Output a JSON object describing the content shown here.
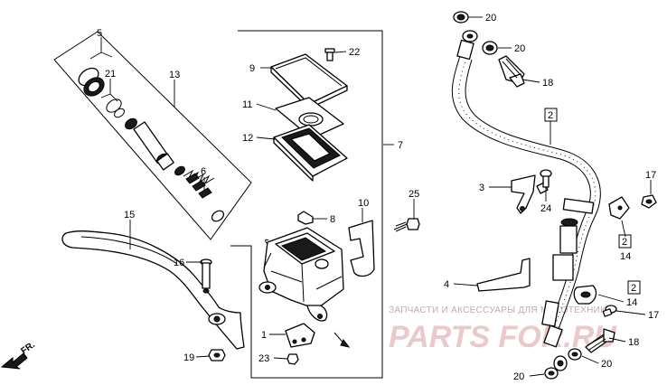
{
  "diagram": {
    "callouts": [
      {
        "id": "c5",
        "label": "5"
      },
      {
        "id": "c21",
        "label": "21"
      },
      {
        "id": "c13",
        "label": "13"
      },
      {
        "id": "c6",
        "label": "6"
      },
      {
        "id": "c15",
        "label": "15"
      },
      {
        "id": "c16",
        "label": "16"
      },
      {
        "id": "c19",
        "label": "19"
      },
      {
        "id": "c9",
        "label": "9"
      },
      {
        "id": "c22",
        "label": "22"
      },
      {
        "id": "c11",
        "label": "11"
      },
      {
        "id": "c12",
        "label": "12"
      },
      {
        "id": "c7",
        "label": "7"
      },
      {
        "id": "c10",
        "label": "10"
      },
      {
        "id": "c8",
        "label": "8"
      },
      {
        "id": "c1",
        "label": "1"
      },
      {
        "id": "c23",
        "label": "23"
      },
      {
        "id": "c25",
        "label": "25"
      },
      {
        "id": "c20a",
        "label": "20"
      },
      {
        "id": "c20b",
        "label": "20"
      },
      {
        "id": "c18a",
        "label": "18"
      },
      {
        "id": "c3",
        "label": "3"
      },
      {
        "id": "c24",
        "label": "24"
      },
      {
        "id": "c17a",
        "label": "17"
      },
      {
        "id": "c14a",
        "label": "14"
      },
      {
        "id": "c4",
        "label": "4"
      },
      {
        "id": "c14b",
        "label": "14"
      },
      {
        "id": "c17b",
        "label": "17"
      },
      {
        "id": "c18b",
        "label": "18"
      },
      {
        "id": "c20c",
        "label": "20"
      },
      {
        "id": "c20d",
        "label": "20"
      }
    ],
    "boxed_refs": [
      {
        "id": "b2a",
        "label": "2"
      },
      {
        "id": "b2b",
        "label": "2"
      },
      {
        "id": "b2c",
        "label": "2"
      }
    ],
    "direction_marker": "FR.",
    "watermark": {
      "tagline": "ЗАПЧАСТИ И АКСЕССУАРЫ ДЛЯ МОТОТЕХНИКИ",
      "logo": "PARTS FOR.RU"
    }
  }
}
